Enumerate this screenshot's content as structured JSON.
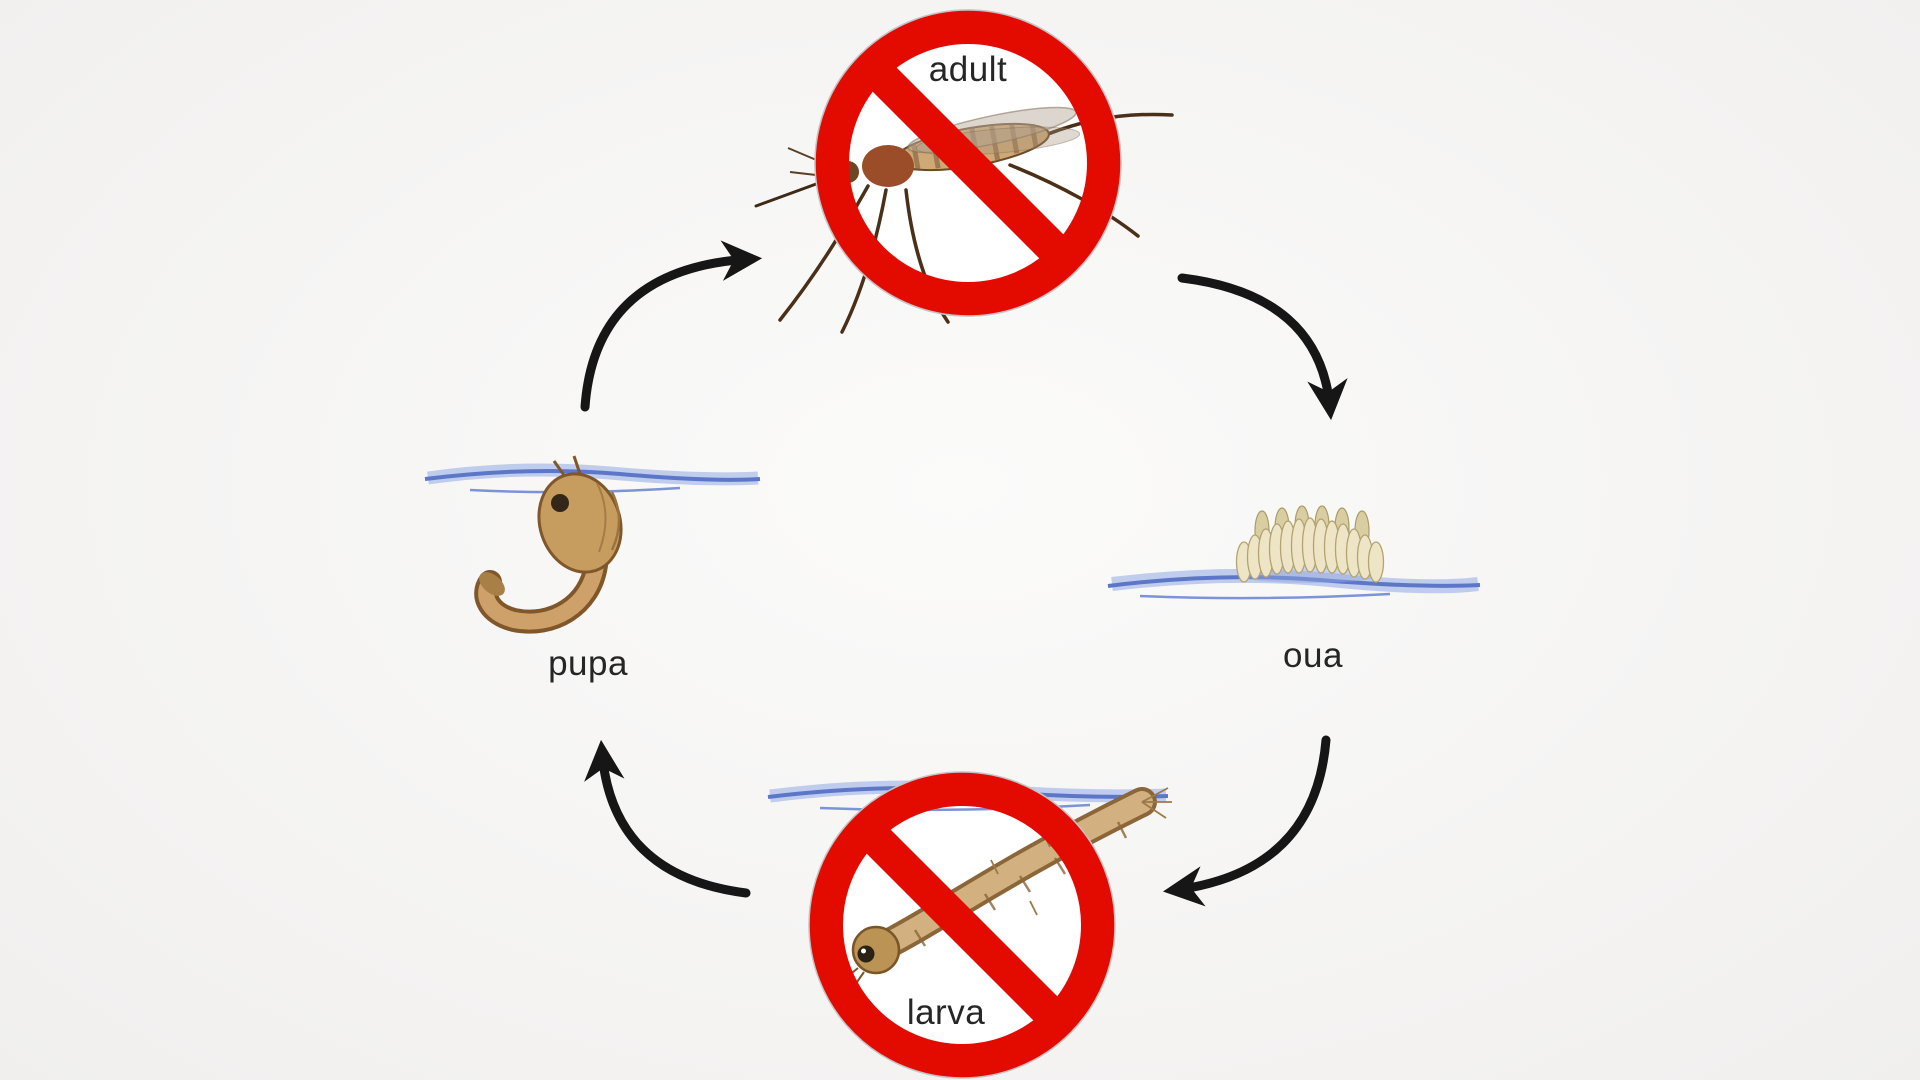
{
  "diagram": {
    "name": "mosquito-life-cycle",
    "stages": [
      {
        "id": "adult",
        "label": "adult",
        "position": "top",
        "prohibited": true,
        "habitat": "air"
      },
      {
        "id": "oua",
        "label": "oua",
        "position": "right",
        "prohibited": false,
        "habitat": "water-surface"
      },
      {
        "id": "larva",
        "label": "larva",
        "position": "bottom",
        "prohibited": true,
        "habitat": "water-surface"
      },
      {
        "id": "pupa",
        "label": "pupa",
        "position": "left",
        "prohibited": false,
        "habitat": "water-surface"
      }
    ],
    "flow": [
      "adult -> oua",
      "oua -> larva",
      "larva -> pupa",
      "pupa -> adult"
    ],
    "colors": {
      "background": "#f3f2f1",
      "prohibition_red": "#e30b00",
      "arrow_black": "#161616",
      "water_blue": "#5c77c8",
      "water_light_blue": "#aebdea",
      "insect_brown": "#bb9355",
      "insect_dark_brown": "#7a5526",
      "egg_cream": "#ede5c5",
      "label_text": "#262626"
    }
  }
}
